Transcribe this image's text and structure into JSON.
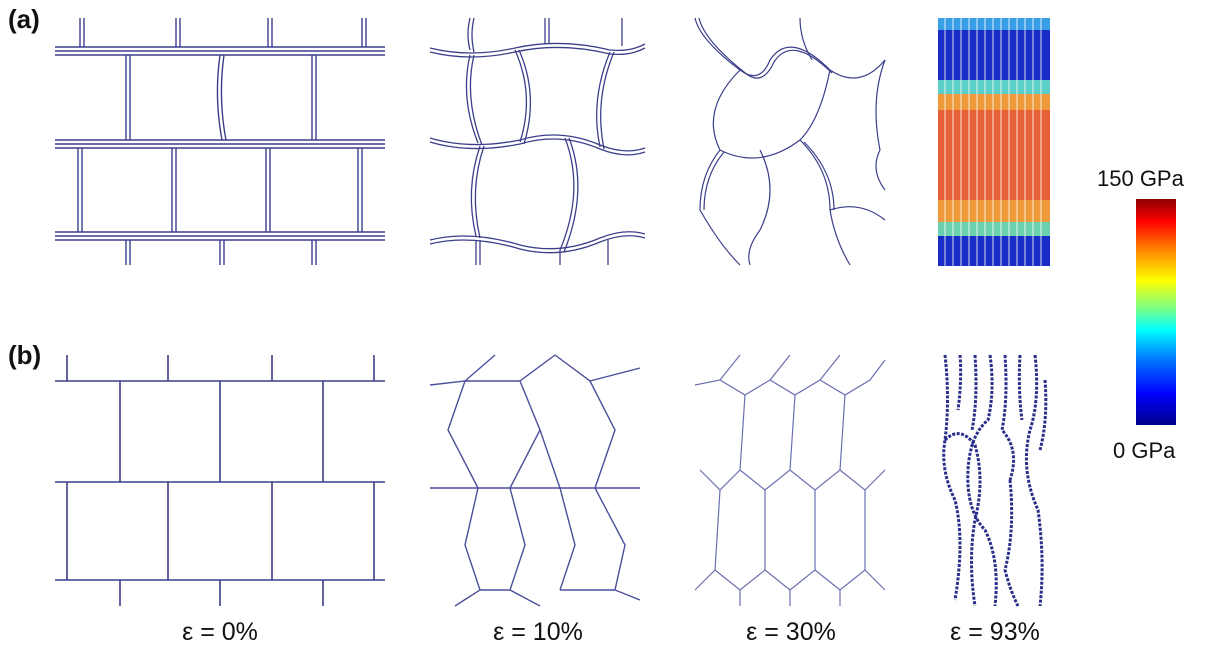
{
  "panels": {
    "a": "(a)",
    "b": "(b)"
  },
  "strain_labels": [
    "ε = 0%",
    "ε = 10%",
    "ε = 30%",
    "ε = 93%"
  ],
  "colorbar": {
    "max_label": "150 GPa",
    "min_label": "0 GPa",
    "colors": [
      "#00008b",
      "#0000ff",
      "#0080ff",
      "#00ffff",
      "#80ff80",
      "#ffff00",
      "#ff8000",
      "#ff0000",
      "#8b0000"
    ]
  },
  "colors": {
    "wall": "#3b3f8a",
    "wall_light": "#8a8fc8"
  }
}
